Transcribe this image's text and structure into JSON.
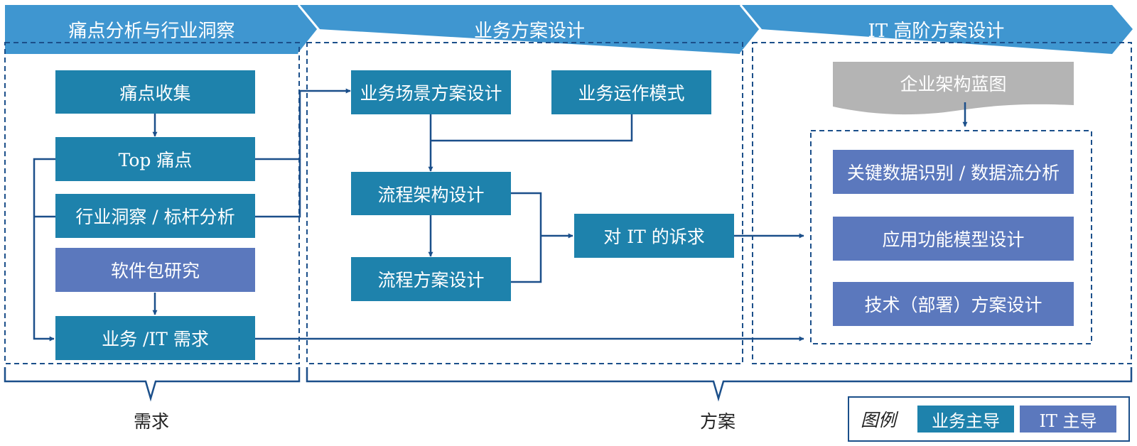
{
  "colors": {
    "header": "#3f96d0",
    "business_led": "#1e82ac",
    "it_led": "#5b78bd",
    "blueprint": "#b4b4b4",
    "line": "#1b4f8a"
  },
  "phases": [
    {
      "label": "痛点分析与行业洞察"
    },
    {
      "label": "业务方案设计"
    },
    {
      "label": "IT 高阶方案设计"
    }
  ],
  "col1": {
    "pain_collect": "痛点收集",
    "top_pain": "Top 痛点",
    "industry": "行业洞察 / 标杆分析",
    "software": "软件包研究",
    "requirements": "业务 /IT 需求"
  },
  "col2": {
    "scenario": "业务场景方案设计",
    "operation": "业务运作模式",
    "process_arch": "流程架构设计",
    "process_plan": "流程方案设计",
    "it_demand": "对 IT 的诉求"
  },
  "col3": {
    "blueprint": "企业架构蓝图",
    "key_data": "关键数据识别 / 数据流分析",
    "app_model": "应用功能模型设计",
    "tech_plan": "技术（部署）方案设计"
  },
  "braces": {
    "demand": "需求",
    "solution": "方案"
  },
  "legend": {
    "title": "图例",
    "business": "业务主导",
    "it": "IT 主导"
  }
}
